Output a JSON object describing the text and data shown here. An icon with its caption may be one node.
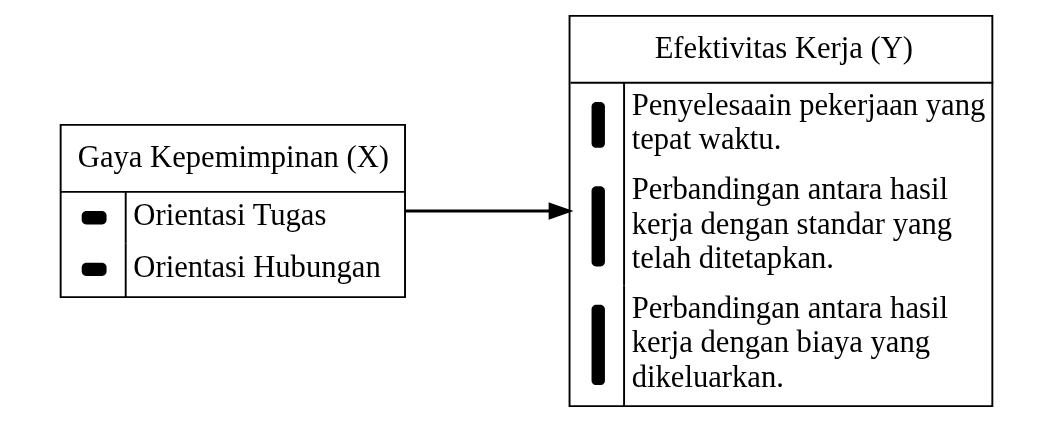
{
  "diagram": {
    "nodes": [
      {
        "text": [
          "Gaya Kepemimpinan (X)",
          "Orientasi Tugas",
          "Orientasi Hubungan"
        ]
      },
      {
        "text": [
          "Efektivitas Kerja (Y)",
          "Penyelesaain pekerjaan yang tepat waktu.",
          "Perbandingan antara hasil kerja dengan standar yang telah ditetapkan.",
          "Perbandingan antara hasil kerja dengan biaya yang dikeluarkan."
        ]
      }
    ],
    "edges": [
      {
        "from": 0,
        "to": 1,
        "arrow": "to"
      }
    ]
  }
}
